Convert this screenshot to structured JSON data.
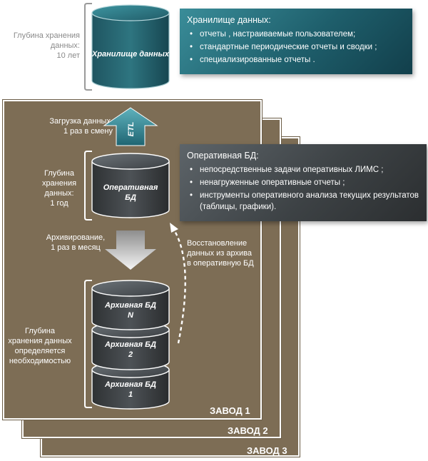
{
  "warehouse": {
    "depth_lines": [
      "Глубина хранения",
      "данных:",
      "10 лет"
    ],
    "cylinder_label": "Хранилище данных",
    "info_title": "Хранилище данных:",
    "info_items": [
      "отчеты , настраиваемые пользователем;",
      "стандартные периодические отчеты и сводки ;",
      "специализированные отчеты ."
    ]
  },
  "etl": {
    "label": "ETL",
    "load_lines": [
      "Загрузка данных,",
      "1 раз в смену"
    ]
  },
  "operational": {
    "depth_lines": [
      "Глубина",
      "хранения",
      "данных:",
      "1 год"
    ],
    "cylinder_lines": [
      "Оперативная",
      "БД"
    ],
    "info_title": "Оперативная БД:",
    "info_items": [
      "непосредственные задачи оперативных ЛИМС ;",
      "ненагруженные оперативные отчеты ;",
      "инструменты оперативного анализа текущих результатов (таблицы, графики)."
    ]
  },
  "archiving": {
    "lines": [
      "Архивирование,",
      "1 раз в месяц"
    ]
  },
  "restore": {
    "lines": [
      "Восстановление",
      "данных из архива",
      "в оперативную БД"
    ]
  },
  "archive": {
    "depth_lines": [
      "Глубина",
      "хранения данных",
      "определяется",
      "необходимостью"
    ],
    "cylinders": [
      {
        "line1": "Архивная БД",
        "line2": "N"
      },
      {
        "line1": "Архивная БД",
        "line2": "2"
      },
      {
        "line1": "Архивная БД",
        "line2": "1"
      }
    ]
  },
  "plants": {
    "plant1": "ЗАВОД 1",
    "plant2": "ЗАВОД 2",
    "plant3": "ЗАВОД 3"
  },
  "colors": {
    "plant_bg": "#7d6d55",
    "teal_dark": "#123f4b",
    "teal_light": "#3a8d99",
    "slate_dark": "#2e3133",
    "slate_light": "#5d6469"
  }
}
